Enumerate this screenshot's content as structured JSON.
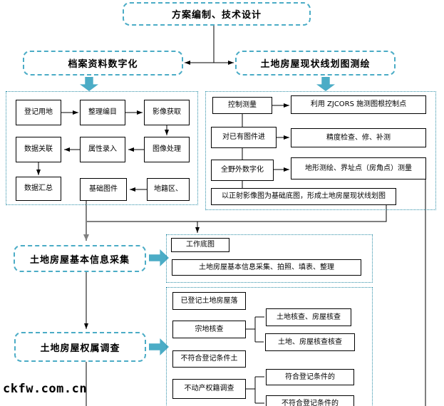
{
  "colors": {
    "accent": "#4BACC6",
    "container_border": "#2E8FA8",
    "line": "#000000",
    "gray_line": "#808080"
  },
  "watermark": "ckfw.com.cn",
  "nodes": {
    "plan": "方案编制、技术设计",
    "archive": "档案资料数字化",
    "mapping": "土地房屋现状线划图测绘",
    "djyd": "登记用地",
    "zlbm": "整理编目",
    "yxhq": "影像获取",
    "sjgl": "数据关联",
    "sxlr": "属性录入",
    "txcl": "图像处理",
    "sjhz": "数据汇总",
    "jctj": "基础图件",
    "djq": "地籍区、",
    "kzcl": "控制测量",
    "zjcors": "利用 ZJCORS 施测图根控制点",
    "dyytj": "对已有图件进",
    "jdjc": "精度检查、修、补测",
    "qywszh": "全野外数字化",
    "dxch": "地形测绘、界址点（房角点）测量",
    "zsyx": "以正射影像图为基础底图，形成土地房屋现状线划图",
    "info_collect": "土地房屋基本信息采集",
    "gzdt": "工作底图",
    "collect_detail": "土地房屋基本信息采集、拍照、填表、整理",
    "ownership": "土地房屋权属调查",
    "ydj": "已登记土地房屋落",
    "zdhc": "宗地核查",
    "tdhc": "土地核查、房屋核查",
    "tdfw": "土地、房屋核查核查",
    "bfh": "不符合登记条件土",
    "bdc": "不动产权籍调查",
    "fhdj": "符合登记条件的",
    "bfhdj": "不符合登记条件的"
  }
}
